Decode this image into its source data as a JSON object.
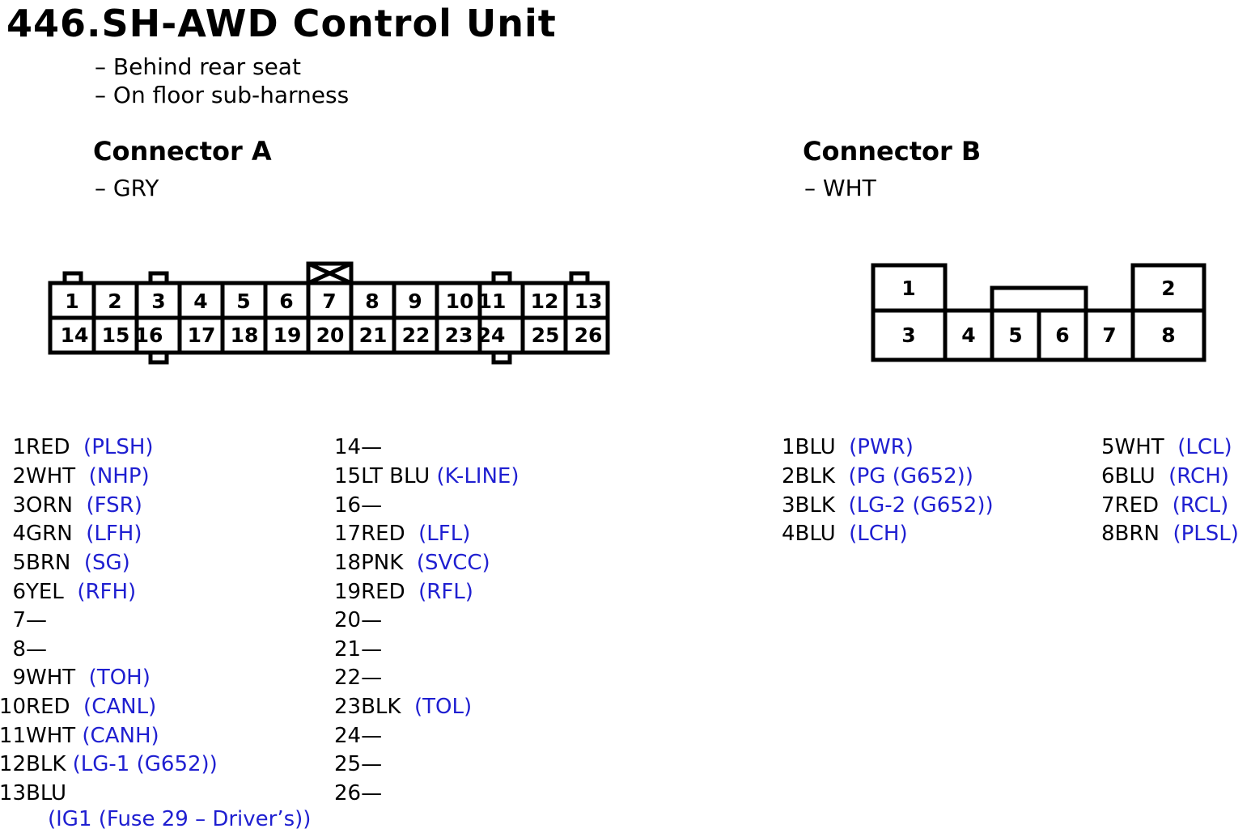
{
  "title": "446.SH-AWD Control Unit",
  "location": [
    "– Behind rear seat",
    "– On floor sub-harness"
  ],
  "connector_a": {
    "title": "Connector A",
    "color": "– GRY",
    "face_top": [
      "1",
      "2",
      "3",
      "4",
      "5",
      "6",
      "7",
      "8",
      "9",
      "10",
      "11",
      "12",
      "13"
    ],
    "face_bottom": [
      "14",
      "15",
      "16",
      "17",
      "18",
      "19",
      "20",
      "21",
      "22",
      "23",
      "24",
      "25",
      "26"
    ],
    "pins": [
      {
        "num": "1",
        "wire": "RED",
        "func": "(PLSH)"
      },
      {
        "num": "2",
        "wire": "WHT",
        "func": "(NHP)"
      },
      {
        "num": "3",
        "wire": "ORN",
        "func": "(FSR)"
      },
      {
        "num": "4",
        "wire": "GRN",
        "func": "(LFH)"
      },
      {
        "num": "5",
        "wire": "BRN",
        "func": "(SG)"
      },
      {
        "num": "6",
        "wire": "YEL",
        "func": "(RFH)"
      },
      {
        "num": "7",
        "wire": " —",
        "func": ""
      },
      {
        "num": "8",
        "wire": " —",
        "func": ""
      },
      {
        "num": "9",
        "wire": "WHT",
        "func": "(TOH)"
      },
      {
        "num": "10",
        "wire": "RED",
        "func": "(CANL)"
      },
      {
        "num": "11",
        "wire": "WHT",
        "func": "(CANH)"
      },
      {
        "num": "12",
        "wire": "BLK",
        "func": "(LG-1 (G652))"
      },
      {
        "num": "13",
        "wire": "BLU",
        "func": ""
      },
      {
        "num": "14",
        "wire": "—",
        "func": ""
      },
      {
        "num": "15",
        "wire": "LT BLU",
        "func": "(K-LINE)"
      },
      {
        "num": "16",
        "wire": "—",
        "func": ""
      },
      {
        "num": "17",
        "wire": "RED",
        "func": "(LFL)"
      },
      {
        "num": "18",
        "wire": "PNK",
        "func": "(SVCC)"
      },
      {
        "num": "19",
        "wire": "RED",
        "func": "(RFL)"
      },
      {
        "num": "20",
        "wire": "—",
        "func": ""
      },
      {
        "num": "21",
        "wire": "—",
        "func": ""
      },
      {
        "num": "22",
        "wire": "—",
        "func": ""
      },
      {
        "num": "23",
        "wire": "BLK",
        "func": "(TOL)"
      },
      {
        "num": "24",
        "wire": "—",
        "func": ""
      },
      {
        "num": "25",
        "wire": "—",
        "func": ""
      },
      {
        "num": "26",
        "wire": "—",
        "func": ""
      }
    ],
    "pin13_func": "(IG1 (Fuse 29 – Driver’s))"
  },
  "connector_b": {
    "title": "Connector B",
    "color": "– WHT",
    "face": [
      "1",
      "2",
      "3",
      "4",
      "5",
      "6",
      "7",
      "8"
    ],
    "pins": [
      {
        "num": "1",
        "wire": "BLU",
        "func": "(PWR)"
      },
      {
        "num": "2",
        "wire": "BLK",
        "func": "(PG (G652))"
      },
      {
        "num": "3",
        "wire": "BLK",
        "func": "(LG-2 (G652))"
      },
      {
        "num": "4",
        "wire": "BLU",
        "func": "(LCH)"
      },
      {
        "num": "5",
        "wire": "WHT",
        "func": "(LCL)"
      },
      {
        "num": "6",
        "wire": "BLU",
        "func": "(RCH)"
      },
      {
        "num": "7",
        "wire": "RED",
        "func": "(RCL)"
      },
      {
        "num": "8",
        "wire": "BRN",
        "func": "(PLSL)"
      }
    ]
  },
  "colors": {
    "text": "#000000",
    "function": "#1f1fd1",
    "background": "#ffffff"
  }
}
